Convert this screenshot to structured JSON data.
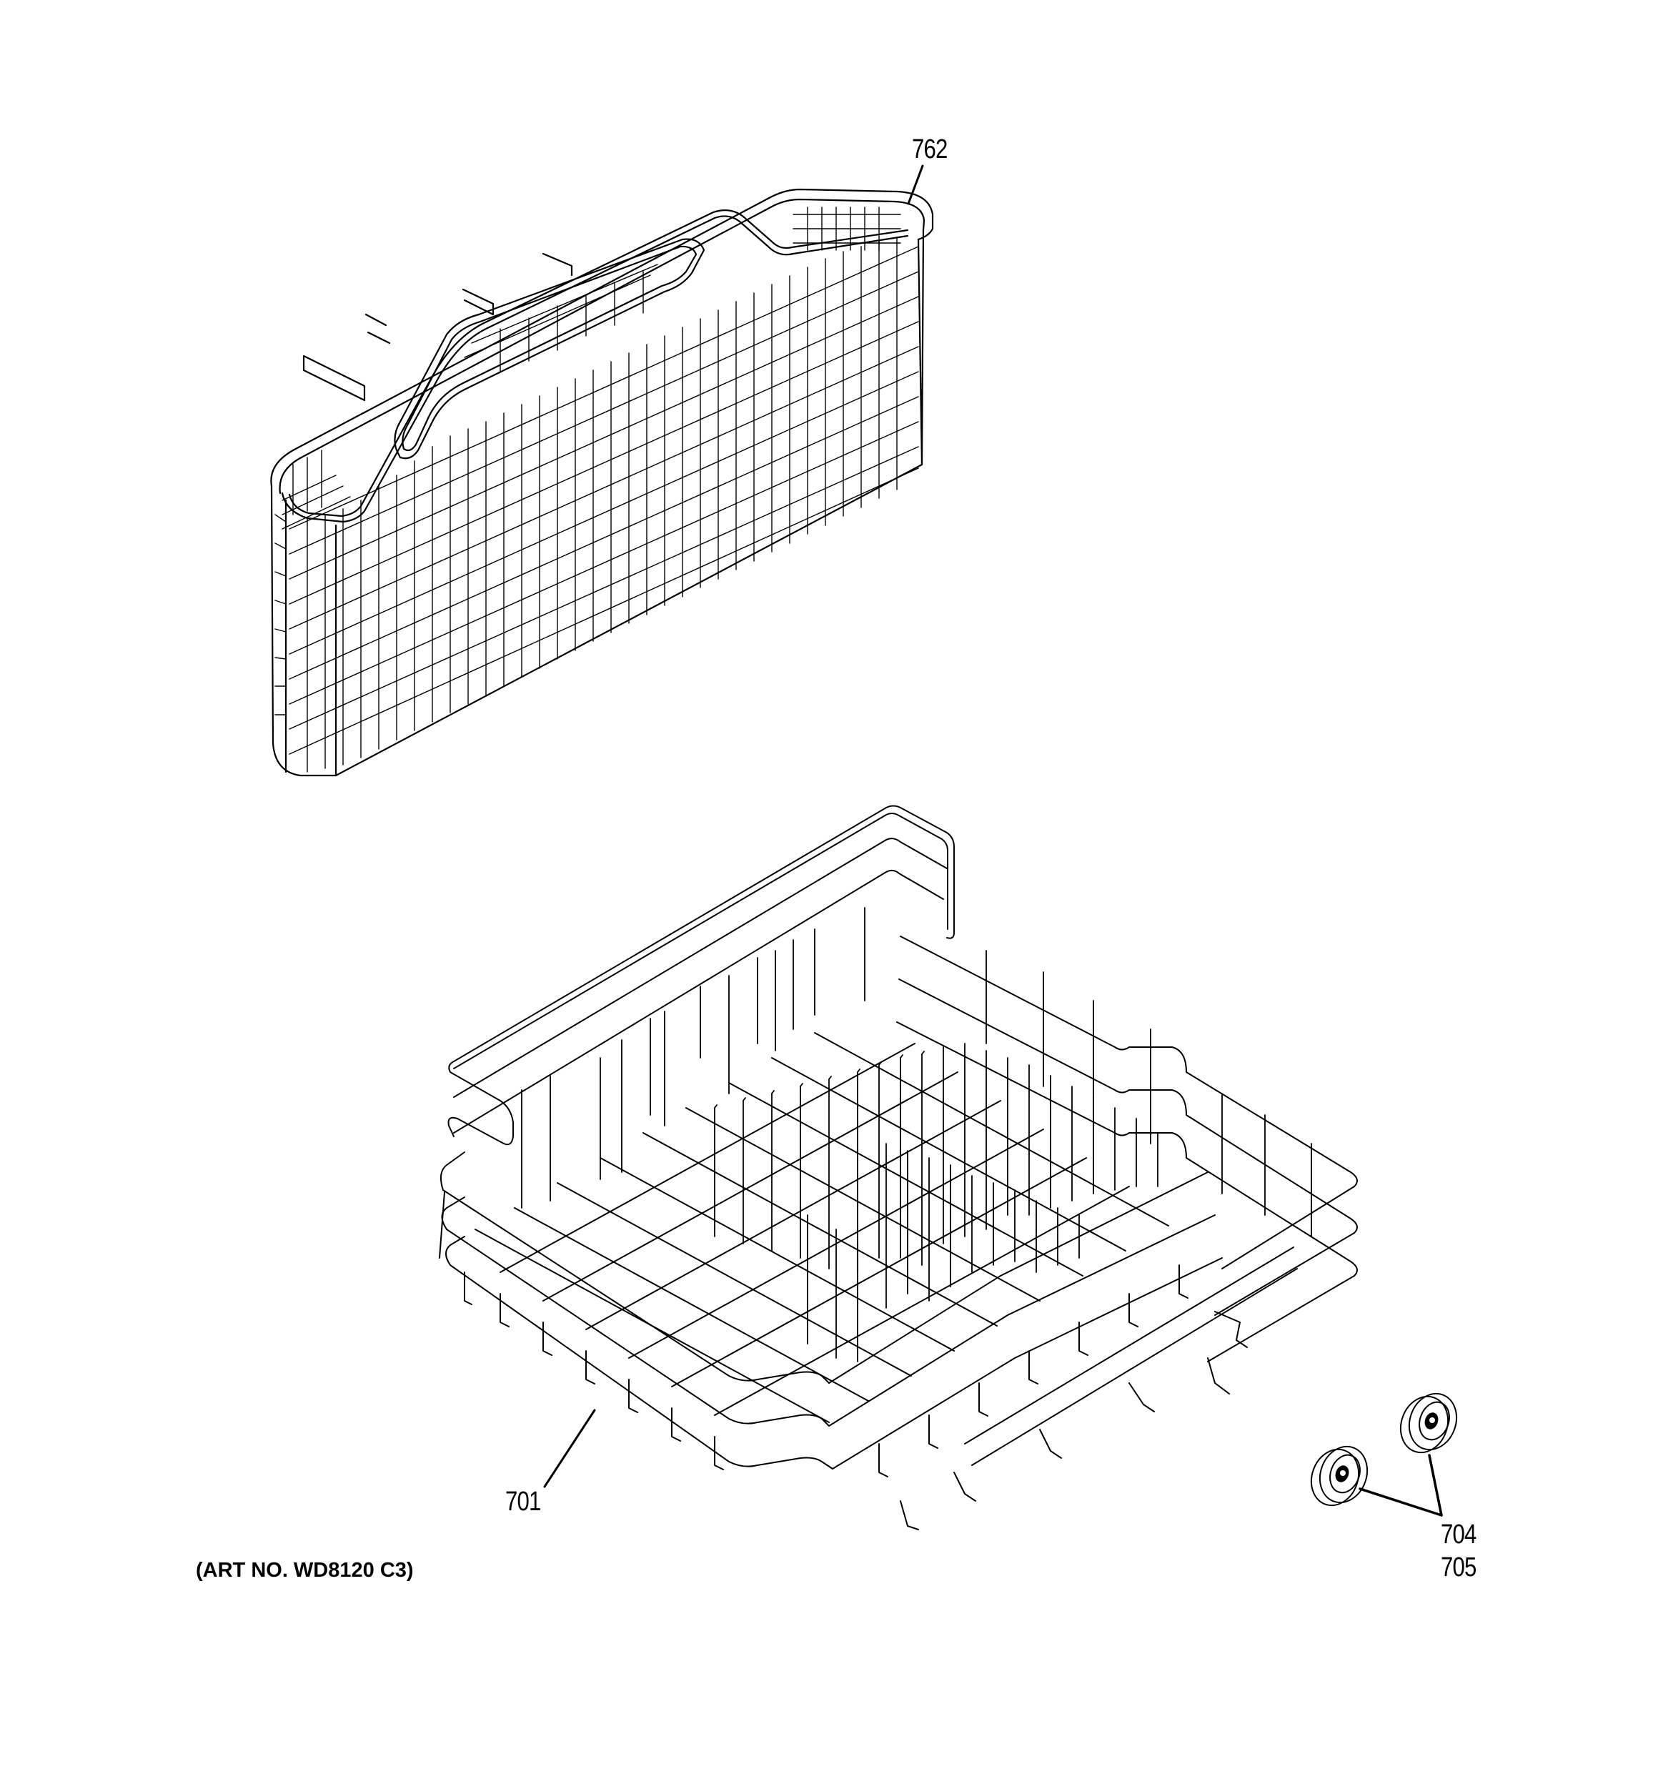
{
  "diagram": {
    "type": "exploded-parts-diagram",
    "subject": "Dishwasher silverware basket and lower rack",
    "art_number_label": "(ART NO. WD8120 C3)",
    "parts": [
      {
        "callout": "762",
        "description": "Silverware basket"
      },
      {
        "callout": "701",
        "description": "Lower dish rack"
      },
      {
        "callout": "704",
        "description": "Rack wheel"
      },
      {
        "callout": "705",
        "description": "Rack wheel"
      }
    ],
    "callouts": {
      "c762": "762",
      "c701": "701",
      "c704": "704",
      "c705": "705"
    },
    "colors": {
      "line": "#000000",
      "background": "#ffffff"
    }
  }
}
